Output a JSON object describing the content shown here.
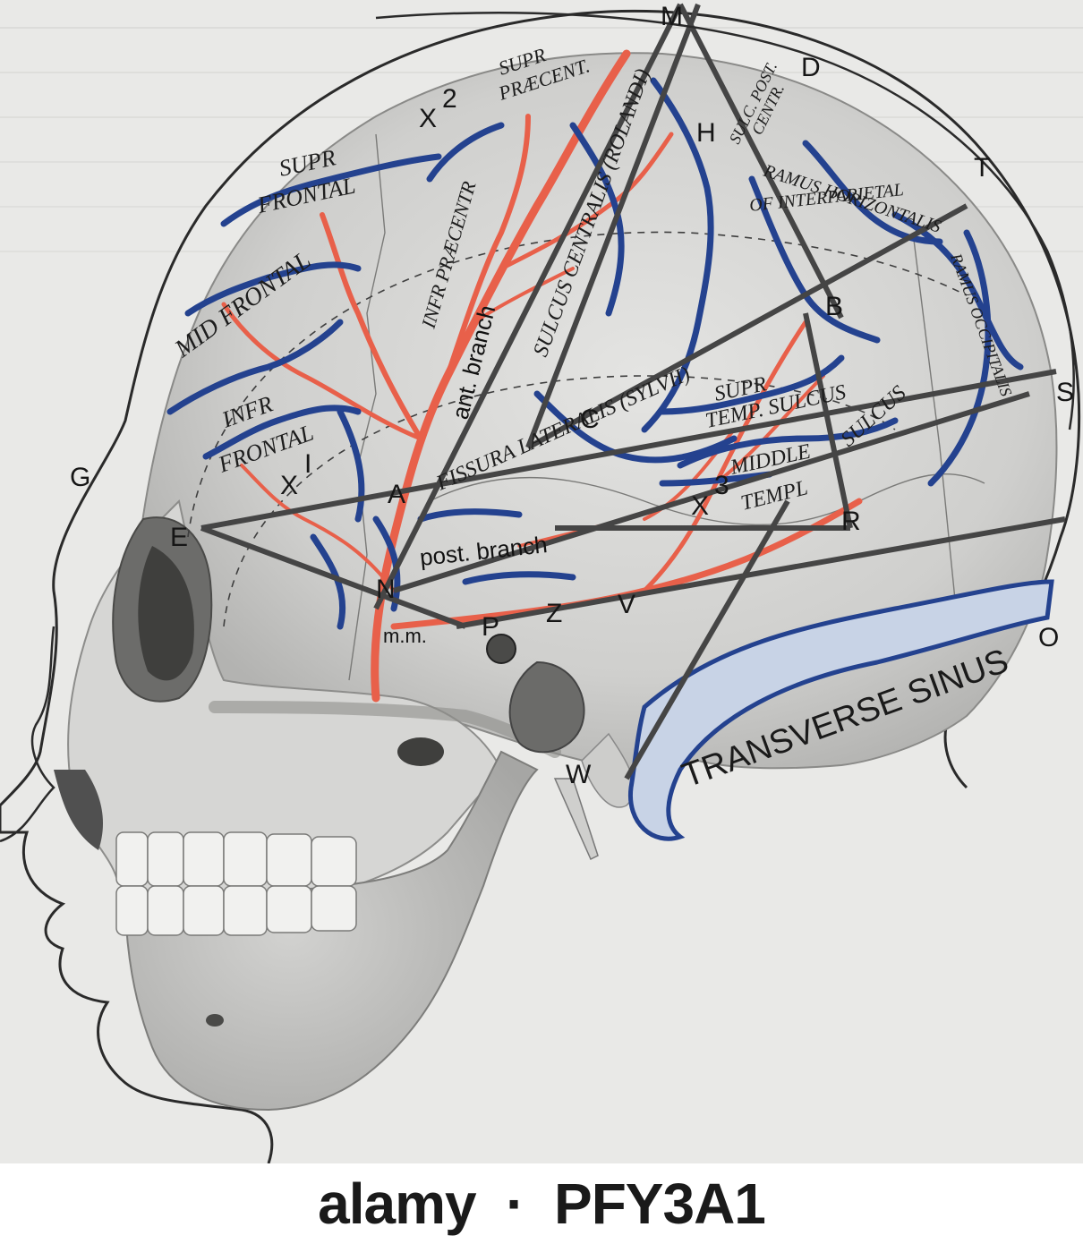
{
  "figure": {
    "point_labels": [
      "M",
      "D",
      "H",
      "T",
      "B",
      "S",
      "G",
      "E",
      "A",
      "C",
      "N",
      "V",
      "R",
      "P",
      "O",
      "W",
      "Z"
    ],
    "landmark_labels": {
      "x1": "X",
      "x1_sup": "I",
      "x2": "X",
      "x2_sup": "2",
      "x3": "X",
      "x3_sup": "3"
    },
    "sulcus_labels": {
      "sup_frontal_1": "SUPR",
      "sup_frontal_2": "FRONTAL",
      "mid_frontal": "MID FRONTAL",
      "infr_frontal_1": "INFR",
      "infr_frontal_2": "FRONTAL",
      "infr_praecentr": "INFR PRÆCENTR",
      "supr_praecent_1": "SUPR",
      "supr_praecent_2": "PRÆCENT.",
      "sulcus_centralis": "SULCUS CENTRALIS (ROLANDI)",
      "fissura_lateralis": "FISSURA LATERALIS (SYLVII)",
      "supr_temp_1": "SUPR",
      "supr_temp_2": "TEMP. SULCUS",
      "middle_temp_1": "MIDDLE",
      "middle_temp_2": "TEMPL",
      "middle_temp_3": "SULCUS",
      "ramus_horizontalis": "RAMUS HORIZONTALIS",
      "of_interparietal": "OF INTERPARIETAL",
      "sulcus_post_centr_1": "SULC. POST.",
      "sulcus_post_centr_2": "CENTR.",
      "ramus_occipitalis": "RAMUS OCCIPITALIS"
    },
    "vessel_labels": {
      "ant_branch": "ant. branch",
      "post_branch": "post. branch",
      "mm": "m.m."
    },
    "sinus_labels": {
      "transverse_sinus": "TRANSVERSE SINUS"
    },
    "colors": {
      "artery": "#e8604a",
      "vein_sulcus": "#24428f",
      "sinus_fill": "#c8d3e6",
      "construction_line": "#454545",
      "bone": "#dcdcda",
      "skin_outline": "#2a2a2a"
    }
  },
  "watermark": {
    "brand": "alamy",
    "image_id": "PFY3A1"
  }
}
